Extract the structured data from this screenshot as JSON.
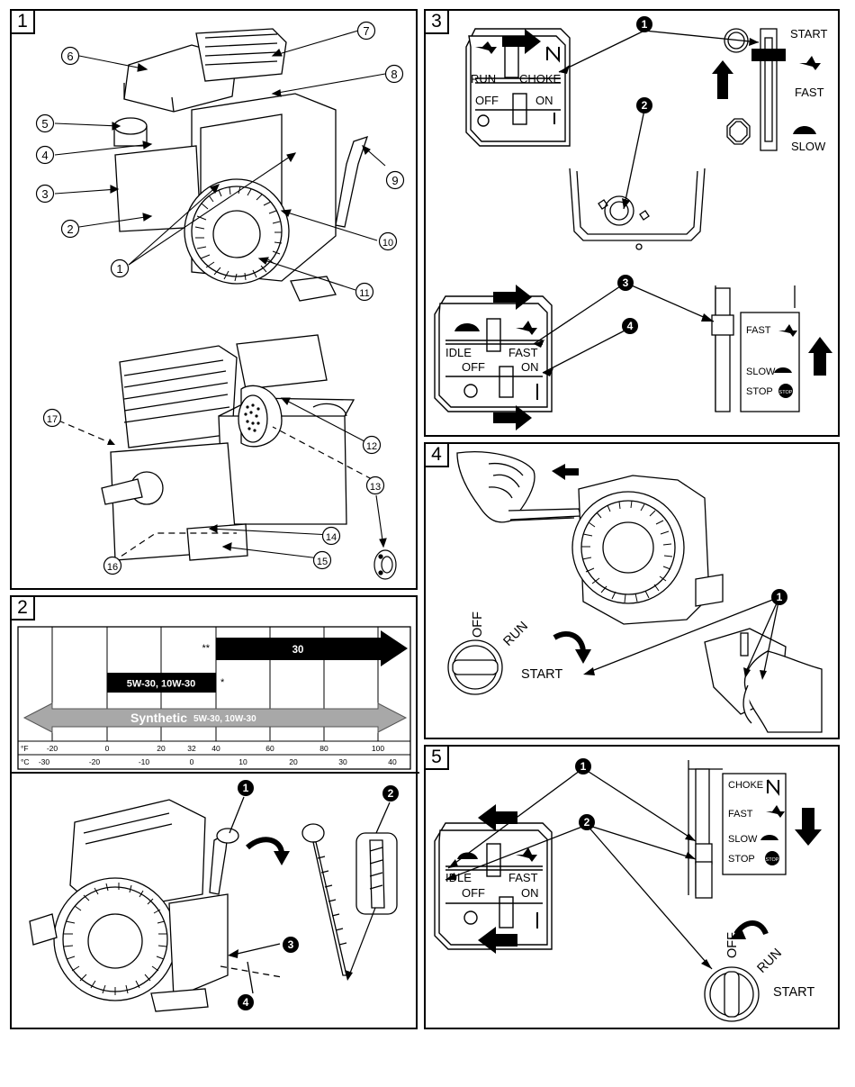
{
  "panels": {
    "p1": "1",
    "p2": "2",
    "p3": "3",
    "p4": "4",
    "p5": "5"
  },
  "p1_callouts": [
    "1",
    "2",
    "3",
    "4",
    "5",
    "6",
    "7",
    "8",
    "9",
    "10",
    "11",
    "12",
    "13",
    "14",
    "15",
    "16",
    "17"
  ],
  "oil_chart": {
    "marks": {
      "double_star": "**",
      "single_star": "*"
    },
    "bar_30": "30",
    "bar_5w30": "5W-30,  10W-30",
    "synthetic_word": "Synthetic",
    "synthetic_grades": "5W-30,  10W-30",
    "f_unit": "°F",
    "c_unit": "°C",
    "f_ticks": [
      "-20",
      "0",
      "20",
      "32",
      "40",
      "60",
      "80",
      "100"
    ],
    "c_ticks": [
      "-30",
      "-20",
      "-10",
      "0",
      "10",
      "20",
      "30",
      "40"
    ]
  },
  "p2_callouts": [
    "1",
    "2",
    "3",
    "4"
  ],
  "p3": {
    "callouts": [
      "1",
      "2",
      "3",
      "4"
    ],
    "run": "RUN",
    "choke": "CHOKE",
    "off": "OFF",
    "on": "ON",
    "idle": "IDLE",
    "fast": "FAST",
    "start": "START",
    "slow": "SLOW",
    "stop": "STOP",
    "stop_badge": "STOP"
  },
  "p4": {
    "callout": "1",
    "off": "OFF",
    "run": "RUN",
    "start": "START"
  },
  "p5": {
    "callouts": [
      "1",
      "2"
    ],
    "choke": "CHOKE",
    "fast": "FAST",
    "slow": "SLOW",
    "stop": "STOP",
    "stop_badge": "STOP",
    "idle": "IDLE",
    "fast2": "FAST",
    "off": "OFF",
    "on": "ON",
    "off_key": "OFF",
    "run": "RUN",
    "start": "START"
  }
}
